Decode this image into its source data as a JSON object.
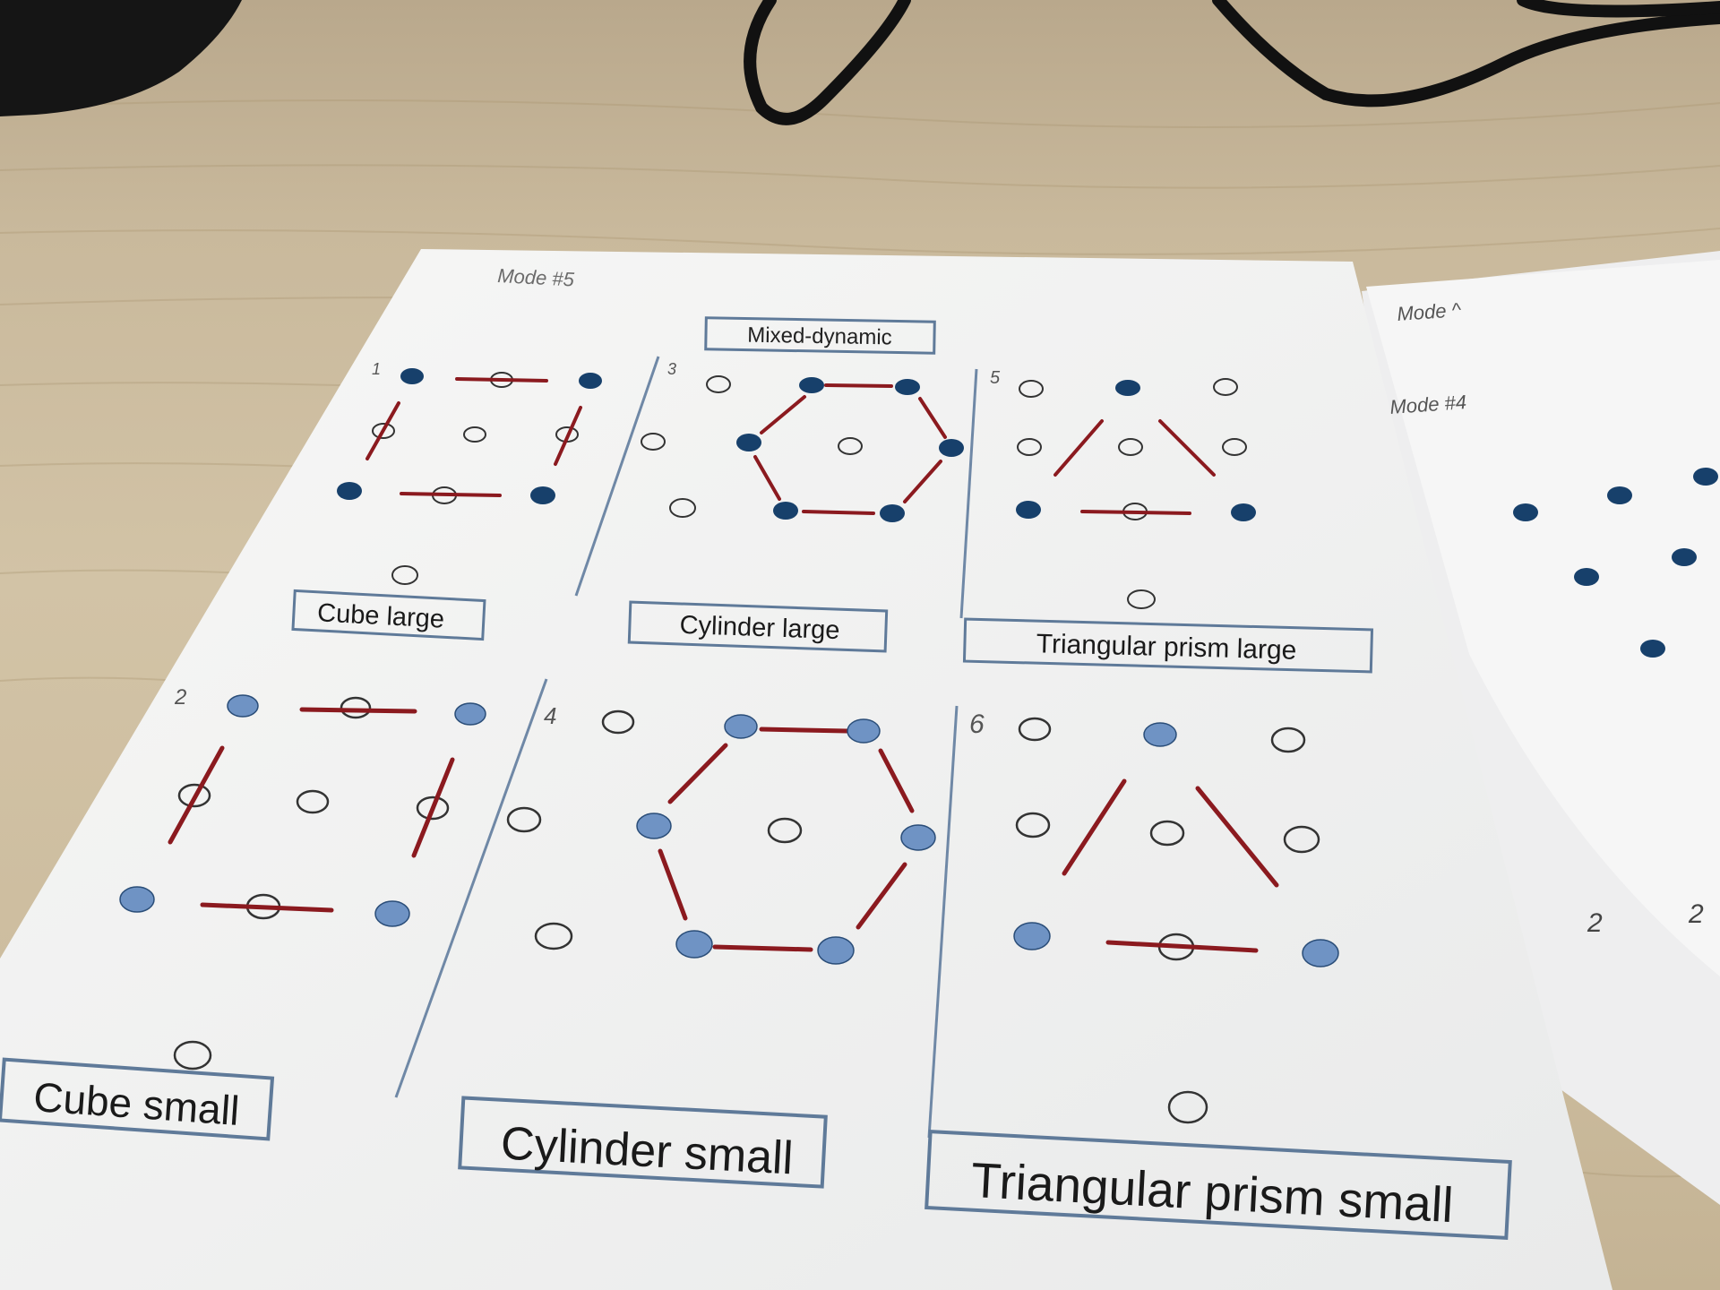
{
  "sheet": {
    "handwritten_header": "Mode #5",
    "title": "Mixed-dynamic",
    "panels": [
      {
        "number": "1",
        "label": "Cube large",
        "shape": "cube",
        "size": "large"
      },
      {
        "number": "3",
        "label": "Cylinder large",
        "shape": "cylinder",
        "size": "large"
      },
      {
        "number": "5",
        "label": "Triangular prism large",
        "shape": "triangular-prism",
        "size": "large"
      },
      {
        "number": "2",
        "label": "Cube small",
        "shape": "cube",
        "size": "small"
      },
      {
        "number": "4",
        "label": "Cylinder small",
        "shape": "cylinder",
        "size": "small"
      },
      {
        "number": "6",
        "label": "Triangular prism small",
        "shape": "triangular-prism",
        "size": "small"
      }
    ]
  },
  "back_sheet": {
    "handwritten_top": "Mode ^",
    "handwritten_mid": "Mode #4",
    "page_marks": [
      "2",
      "2"
    ]
  },
  "colors": {
    "desk": "#cdbd9f",
    "paper": "#f4f4f2",
    "dot_dark": "#17406b",
    "dot_light": "#6f93c4",
    "arrow": "#8b1a1f",
    "frame": "#5f7a99",
    "cable": "#111111"
  }
}
